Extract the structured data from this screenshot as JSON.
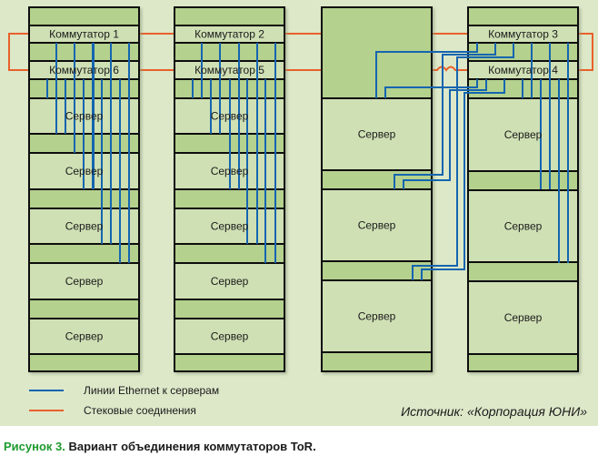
{
  "racks": [
    {
      "id": "rack-1",
      "units": [
        {
          "type": "blank"
        },
        {
          "type": "switch",
          "label": "Коммутатор 1"
        },
        {
          "type": "blank"
        },
        {
          "type": "switch",
          "label": "Коммутатор 6"
        },
        {
          "type": "blank"
        },
        {
          "type": "server",
          "label": "Сервер"
        },
        {
          "type": "blank"
        },
        {
          "type": "server",
          "label": "Сервер"
        },
        {
          "type": "blank"
        },
        {
          "type": "server",
          "label": "Сервер"
        },
        {
          "type": "blank"
        },
        {
          "type": "server",
          "label": "Сервер"
        },
        {
          "type": "blank"
        },
        {
          "type": "server",
          "label": "Сервер"
        },
        {
          "type": "blank"
        }
      ]
    },
    {
      "id": "rack-2",
      "units": [
        {
          "type": "blank"
        },
        {
          "type": "switch",
          "label": "Коммутатор 2"
        },
        {
          "type": "blank"
        },
        {
          "type": "switch",
          "label": "Коммутатор 5"
        },
        {
          "type": "blank"
        },
        {
          "type": "server",
          "label": "Сервер"
        },
        {
          "type": "blank"
        },
        {
          "type": "server",
          "label": "Сервер"
        },
        {
          "type": "blank"
        },
        {
          "type": "server",
          "label": "Сервер"
        },
        {
          "type": "blank"
        },
        {
          "type": "server",
          "label": "Сервер"
        },
        {
          "type": "blank"
        },
        {
          "type": "server",
          "label": "Сервер"
        },
        {
          "type": "blank"
        }
      ]
    },
    {
      "id": "rack-3",
      "units": [
        {
          "type": "blank"
        },
        {
          "type": "server",
          "label": "Сервер"
        },
        {
          "type": "blank"
        },
        {
          "type": "server",
          "label": "Сервер"
        },
        {
          "type": "blank"
        },
        {
          "type": "server",
          "label": "Сервер"
        },
        {
          "type": "blank"
        }
      ]
    },
    {
      "id": "rack-4",
      "units": [
        {
          "type": "blank"
        },
        {
          "type": "switch",
          "label": "Коммутатор 3"
        },
        {
          "type": "blank"
        },
        {
          "type": "switch",
          "label": "Коммутатор 4"
        },
        {
          "type": "blank"
        },
        {
          "type": "server",
          "label": "Сервер"
        },
        {
          "type": "blank"
        },
        {
          "type": "server",
          "label": "Сервер"
        },
        {
          "type": "blank"
        },
        {
          "type": "server",
          "label": "Сервер"
        },
        {
          "type": "blank"
        }
      ]
    }
  ],
  "legend": [
    {
      "label": "Линии Ethernet к серверам",
      "color": "#1565b0"
    },
    {
      "label": "Стековые соединения",
      "color": "#e8612c"
    }
  ],
  "source": "Источник: «Корпорация ЮНИ»",
  "caption": {
    "number": "Рисунок 3.",
    "text": " Вариант объединения коммутаторов ToR."
  },
  "colors": {
    "background": "#dde8c9",
    "unit_light": "#cfe0b4",
    "unit_dark": "#b4d18e",
    "ethernet": "#1565b0",
    "stack": "#e8612c",
    "caption_accent": "#1e9a2e"
  }
}
